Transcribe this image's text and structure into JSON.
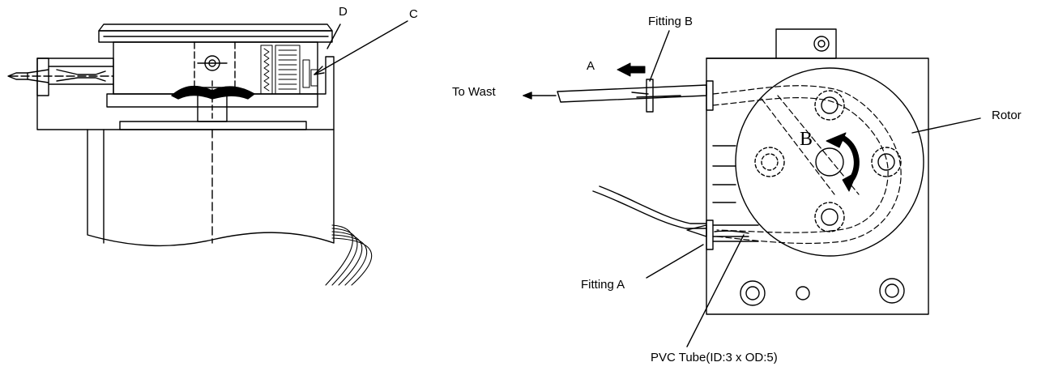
{
  "labels": {
    "d": "D",
    "c": "C",
    "fitting_b": "Fitting B",
    "a": "A",
    "to_waste": "To Wast",
    "rotor": "Rotor",
    "b": "B",
    "fitting_a": "Fitting A",
    "tube": "PVC Tube(ID:3 x OD:5)"
  },
  "colors": {
    "ink": "#000000",
    "paper": "#ffffff"
  }
}
